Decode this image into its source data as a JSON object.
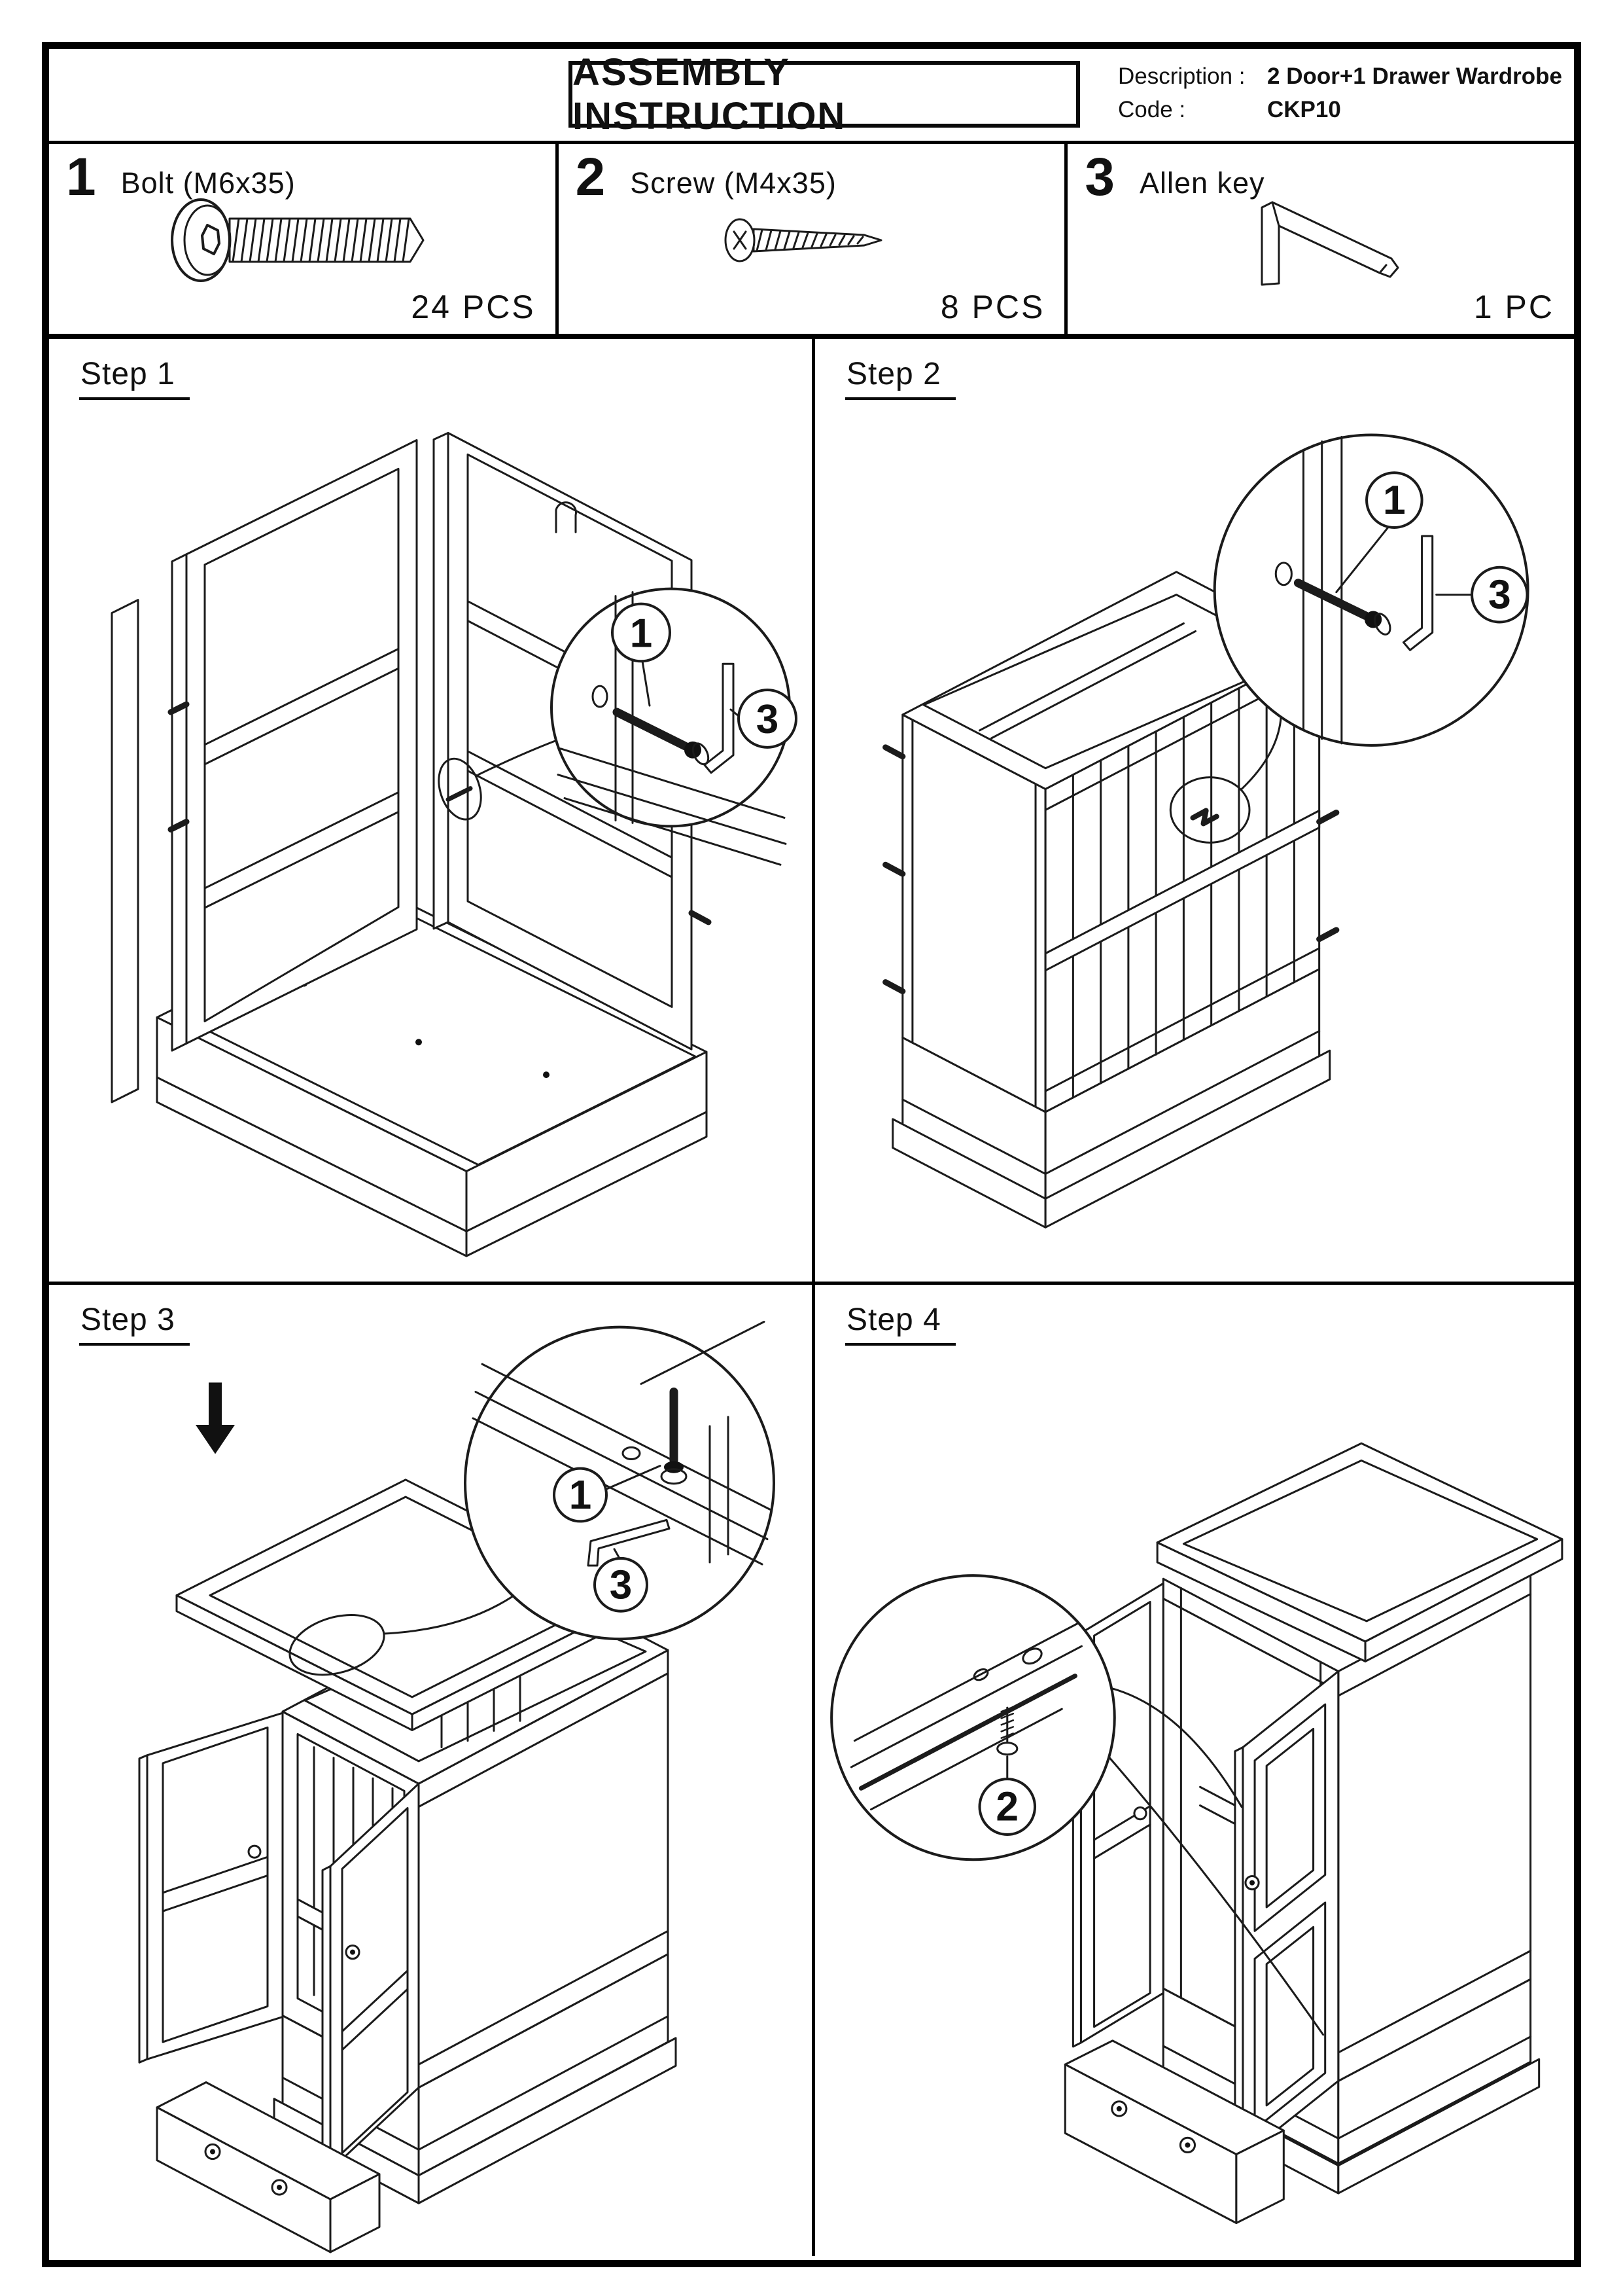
{
  "header": {
    "title": "ASSEMBLY INSTRUCTION",
    "meta": [
      {
        "label": "Description :",
        "value": "2 Door+1 Drawer Wardrobe"
      },
      {
        "label": "Code :",
        "value": "CKP10"
      }
    ]
  },
  "parts": [
    {
      "number": "1",
      "name": "Bolt  (M6x35)",
      "qty": "24 PCS",
      "icon": "bolt-icon"
    },
    {
      "number": "2",
      "name": "Screw (M4x35)",
      "qty": "8 PCS",
      "icon": "screw-icon"
    },
    {
      "number": "3",
      "name": "Allen key",
      "qty": "1 PC",
      "icon": "allen-key-icon"
    }
  ],
  "steps": [
    {
      "label": "Step 1",
      "callouts": [
        "1",
        "3"
      ]
    },
    {
      "label": "Step 2",
      "callouts": [
        "1",
        "3"
      ]
    },
    {
      "label": "Step 3",
      "callouts": [
        "1",
        "3"
      ]
    },
    {
      "label": "Step 4",
      "callouts": [
        "2"
      ]
    }
  ],
  "colors": {
    "ink": "#1b1b1b",
    "paper": "#ffffff"
  }
}
